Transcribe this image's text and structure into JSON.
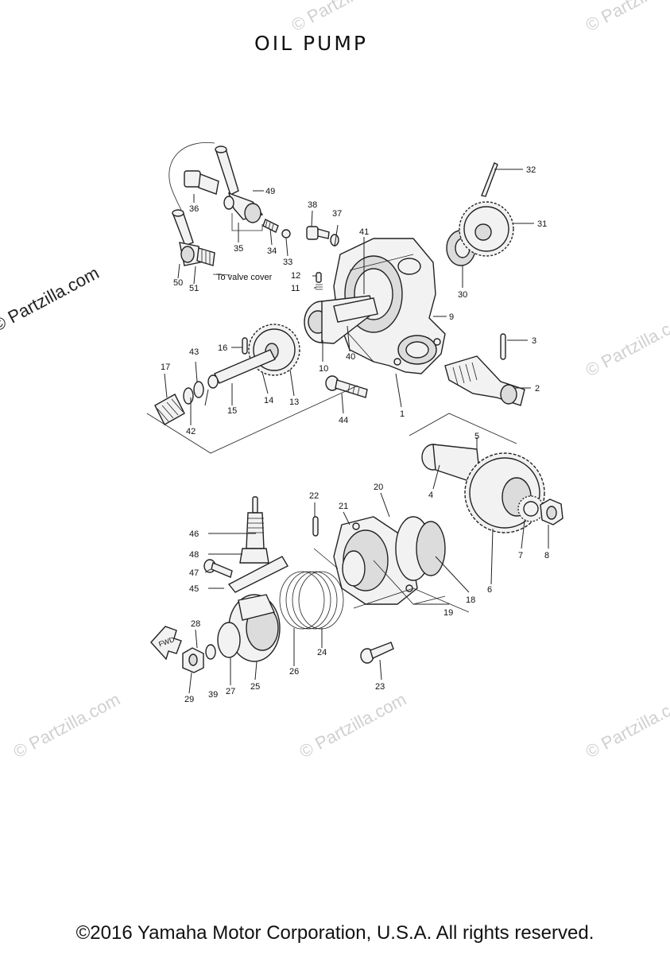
{
  "title": "OIL  PUMP",
  "copyright": "©2016 Yamaha Motor Corporation, U.S.A. All rights reserved.",
  "side_watermark": "© Partzilla.com",
  "watermark": "© Partzilla.com",
  "note": "To valve cover",
  "fwd": "FWD",
  "labels": [
    "1",
    "2",
    "3",
    "4",
    "5",
    "6",
    "7",
    "8",
    "9",
    "10",
    "11",
    "12",
    "13",
    "14",
    "15",
    "16",
    "17",
    "18",
    "19",
    "20",
    "21",
    "22",
    "23",
    "24",
    "25",
    "26",
    "27",
    "28",
    "29",
    "30",
    "31",
    "32",
    "33",
    "34",
    "35",
    "36",
    "37",
    "38",
    "39",
    "40",
    "41",
    "42",
    "43",
    "44",
    "45",
    "46",
    "47",
    "48",
    "49",
    "50",
    "51"
  ]
}
